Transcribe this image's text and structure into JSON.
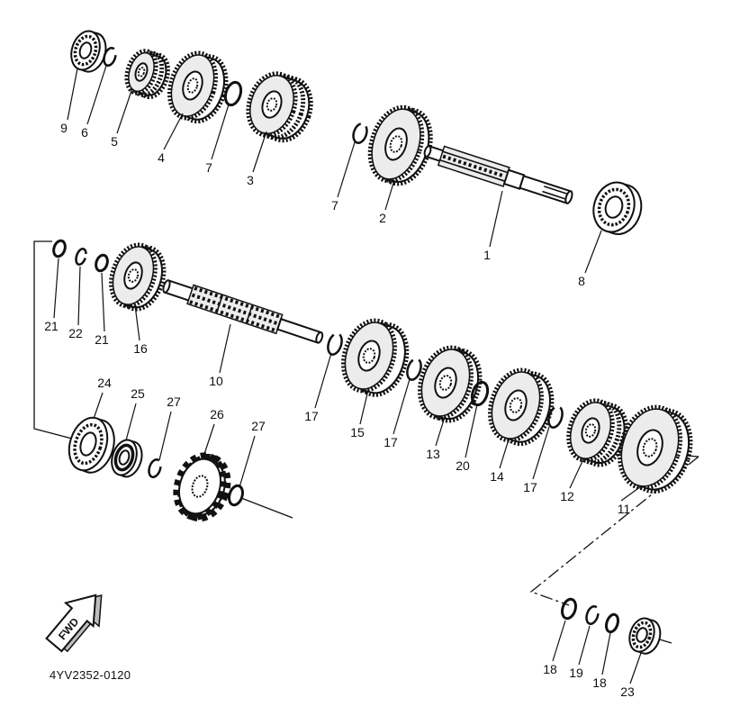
{
  "diagram": {
    "callouts": [
      "9",
      "6",
      "5",
      "4",
      "7",
      "3",
      "7",
      "2",
      "1",
      "8",
      "21",
      "22",
      "21",
      "16",
      "10",
      "17",
      "15",
      "17",
      "13",
      "20",
      "14",
      "17",
      "12",
      "11",
      "24",
      "25",
      "27",
      "26",
      "27",
      "18",
      "19",
      "18",
      "23"
    ],
    "drawing_number": "4YV2352-0120",
    "direction_label": "FWD"
  }
}
